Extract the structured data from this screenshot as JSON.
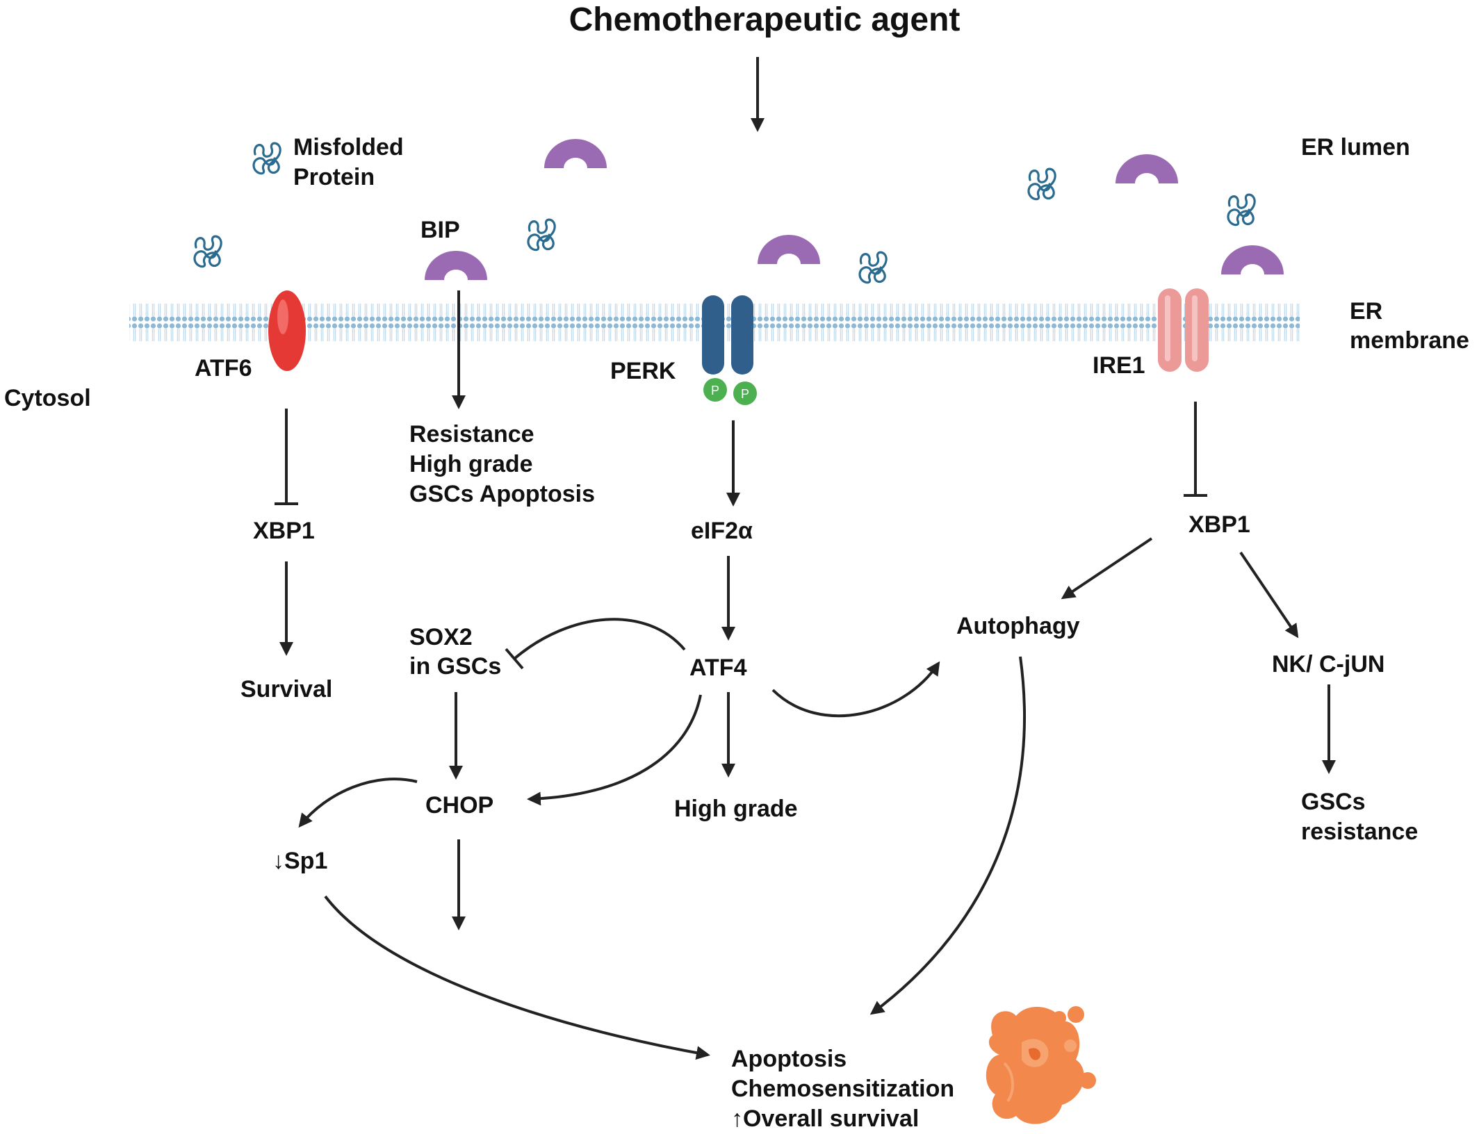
{
  "title": "Chemotherapeutic agent",
  "regions": {
    "er_lumen": "ER lumen",
    "er_membrane_line1": "ER",
    "er_membrane_line2": "membrane",
    "cytosol": "Cytosol"
  },
  "legend": {
    "misfolded_line1": "Misfolded",
    "misfolded_line2": "Protein"
  },
  "proteins": {
    "bip": "BIP",
    "atf6": "ATF6",
    "perk": "PERK",
    "ire1": "IRE1",
    "phospho": "P"
  },
  "nodes": {
    "xbp1_left": "XBP1",
    "survival": "Survival",
    "resistance": "Resistance",
    "high_grade_bip": "High grade",
    "gscs_apoptosis": "GSCs Apoptosis",
    "eif2a": "eIF2α",
    "atf4": "ATF4",
    "sox2_line1": "SOX2",
    "sox2_line2": "in GSCs",
    "chop": "CHOP",
    "sp1": "↓Sp1",
    "high_grade_atf4": "High grade",
    "autophagy": "Autophagy",
    "xbp1_right": "XBP1",
    "nk_cjun": "NK/ C-jUN",
    "gscs_res_line1": "GSCs",
    "gscs_res_line2": "resistance",
    "apoptosis": "Apoptosis",
    "chemosens": "Chemosensitization",
    "overall_survival": "↑Overall survival"
  },
  "colors": {
    "bip": "#9a6bb3",
    "atf6": "#e53935",
    "perk": "#2f5f8a",
    "ire1": "#ec9a98",
    "phospho": "#4caf50",
    "membrane": "#8db9d6",
    "misfolded": "#2a6b8f",
    "apoptotic_cell": "#f2884b"
  }
}
